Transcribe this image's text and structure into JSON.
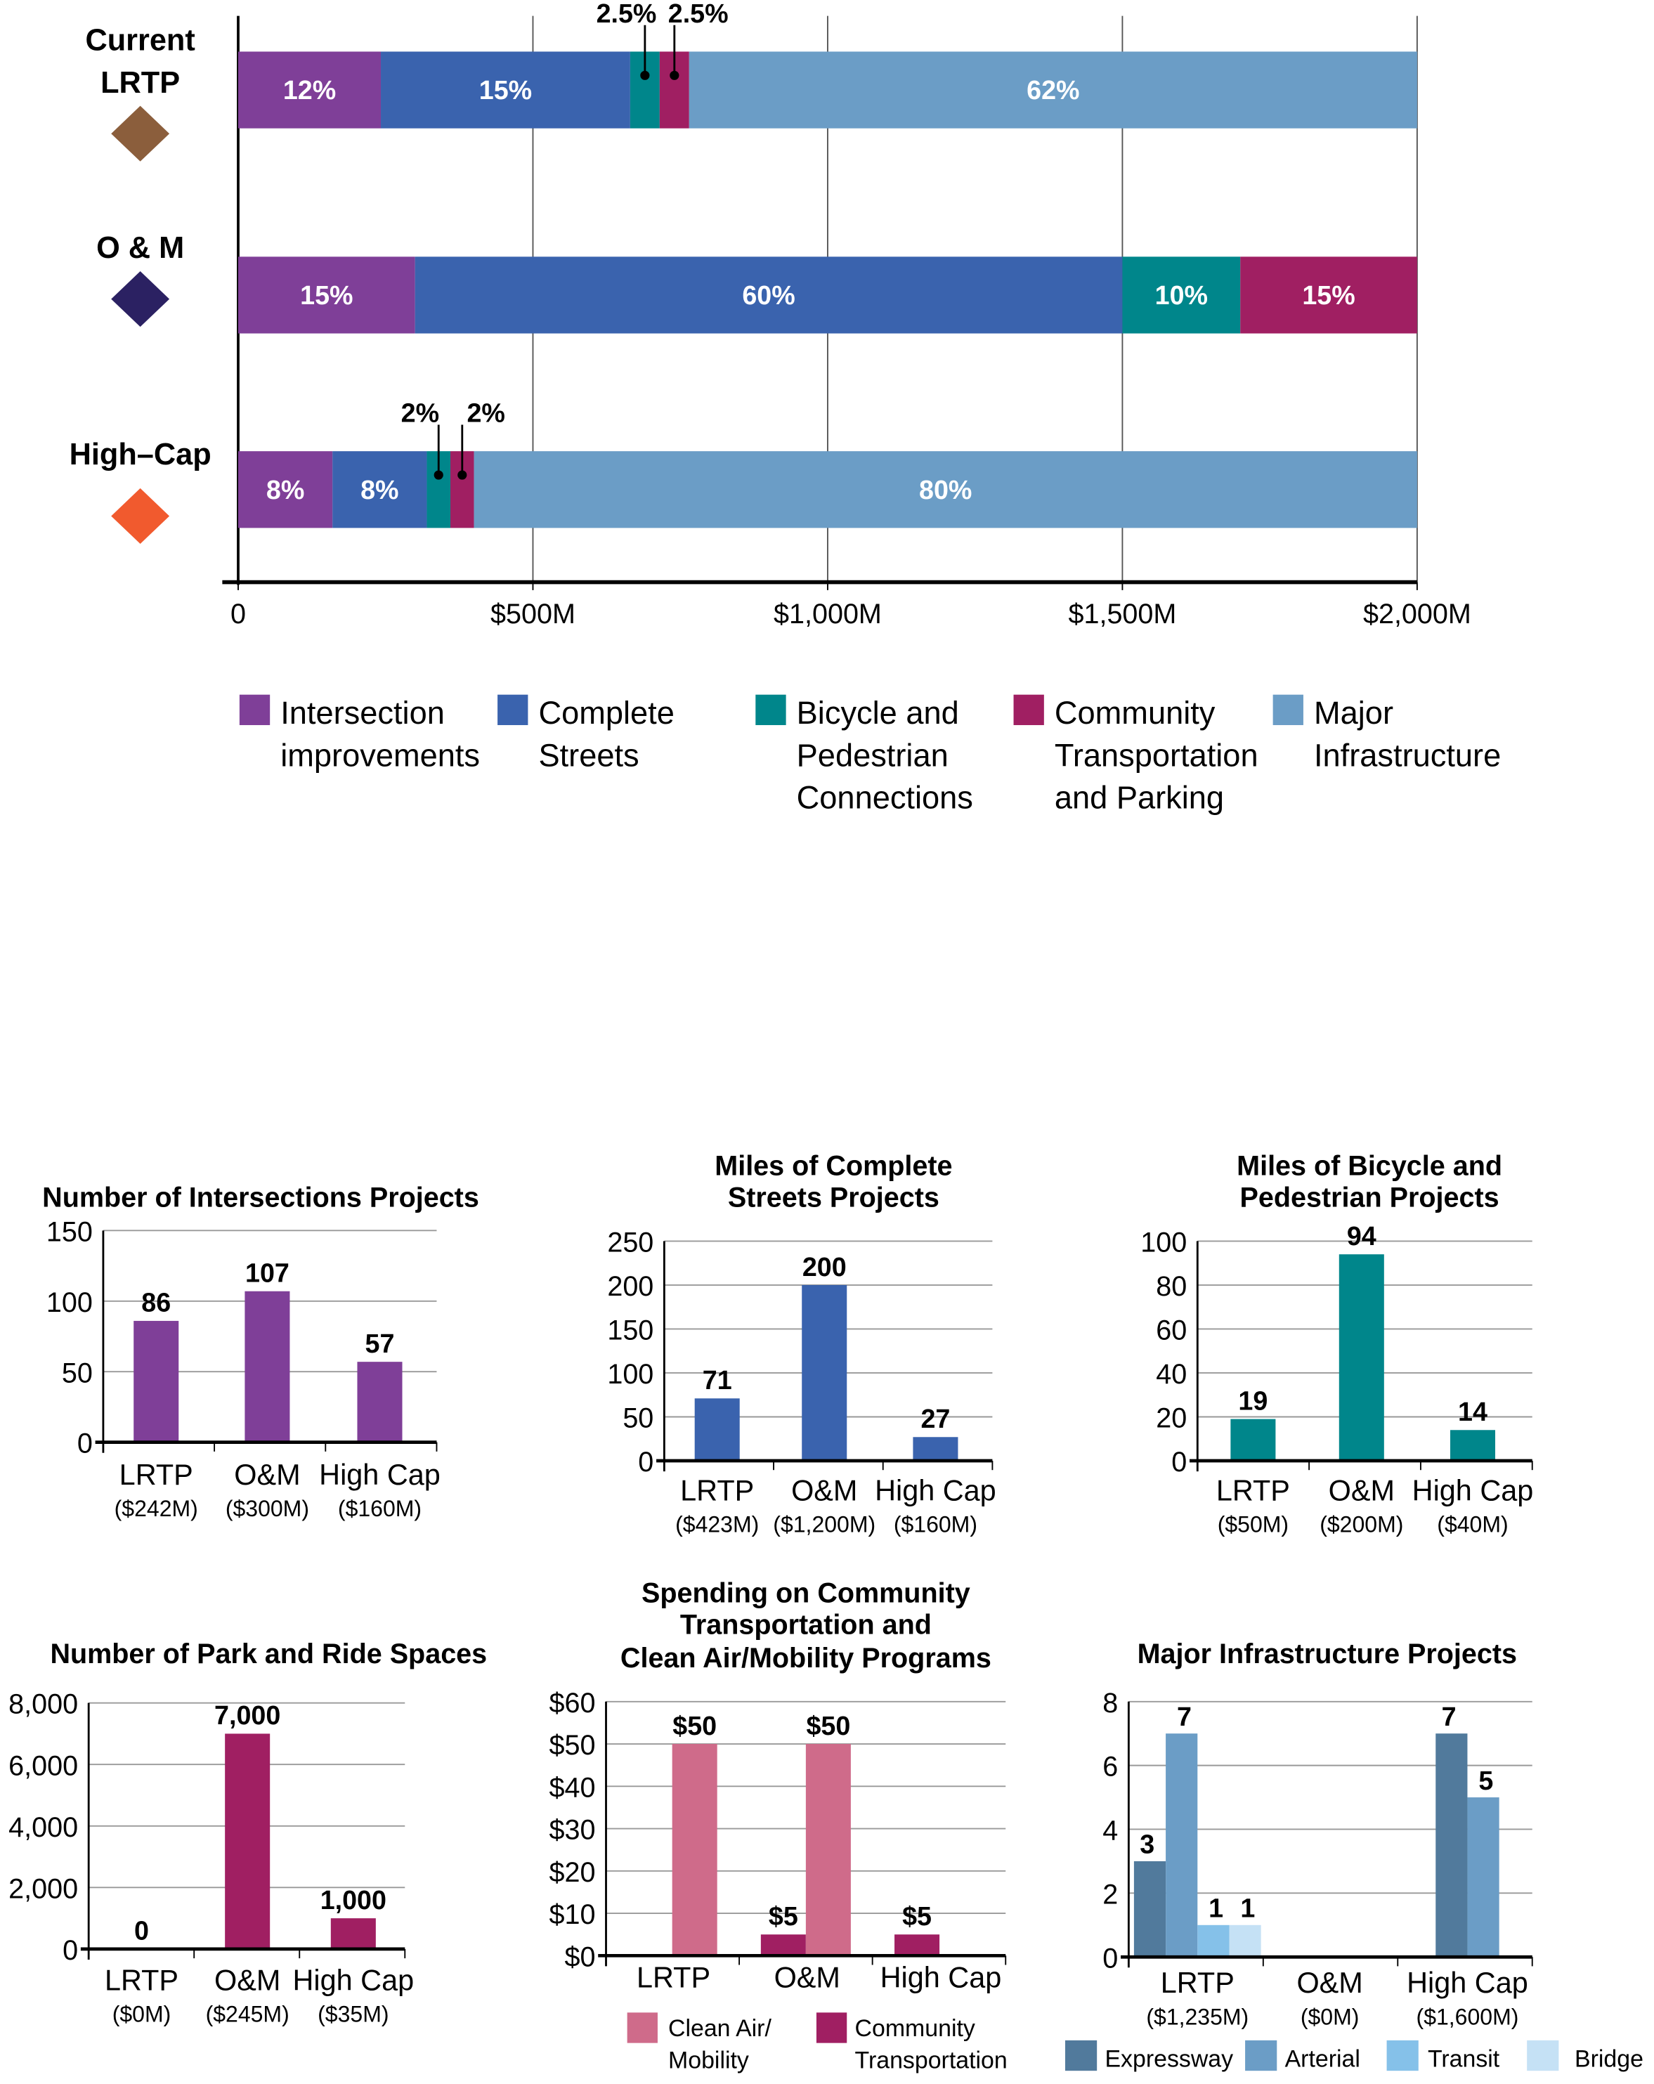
{
  "main_chart": {
    "type": "bar",
    "orientation": "horizontal-stacked",
    "x_ticks": [
      "0",
      "$500M",
      "$1,000M",
      "$1,500M",
      "$2,000M"
    ],
    "xlim": [
      0,
      2000
    ],
    "rows": [
      {
        "label_lines": [
          "Current",
          "LRTP"
        ],
        "marker_color": "#8b5e3c",
        "values": [
          242,
          423,
          50,
          50,
          1235
        ],
        "labels": [
          "12%",
          "15%",
          "2.5%",
          "2.5%",
          "62%"
        ]
      },
      {
        "label_lines": [
          "O & M"
        ],
        "marker_color": "#2b2162",
        "values": [
          300,
          1200,
          200,
          300,
          0
        ],
        "labels": [
          "15%",
          "60%",
          "10%",
          "15%",
          ""
        ]
      },
      {
        "label_lines": [
          "High–Cap"
        ],
        "marker_color": "#f15a2e",
        "values": [
          160,
          160,
          40,
          40,
          1600
        ],
        "labels": [
          "8%",
          "8%",
          "2%",
          "2%",
          "80%"
        ]
      }
    ],
    "legend": [
      {
        "lines": [
          "Intersection",
          "improvements"
        ],
        "color": "#7f3f98"
      },
      {
        "lines": [
          "Complete",
          "Streets"
        ],
        "color": "#3a63ae"
      },
      {
        "lines": [
          "Bicycle and",
          "Pedestrian",
          "Connections"
        ],
        "color": "#00868b"
      },
      {
        "lines": [
          "Community",
          "Transportation",
          "and Parking"
        ],
        "color": "#a01f62"
      },
      {
        "lines": [
          "Major",
          "Infrastructure"
        ],
        "color": "#6b9dc6"
      }
    ]
  },
  "chart_data": [
    {
      "type": "bar",
      "title_lines": [
        "Number of Intersections Projects"
      ],
      "ylim": [
        0,
        150
      ],
      "y_ticks": [
        0,
        50,
        100,
        150
      ],
      "y_tick_labels": [
        "0",
        "50",
        "100",
        "150"
      ],
      "categories": [
        {
          "label": "LRTP",
          "sub": "($242M)"
        },
        {
          "label": "O&M",
          "sub": "($300M)"
        },
        {
          "label": "High Cap",
          "sub": "($160M)"
        }
      ],
      "series": [
        {
          "color": "#7f3f98",
          "values": [
            86,
            107,
            57
          ],
          "labels": [
            "86",
            "107",
            "57"
          ]
        }
      ]
    },
    {
      "type": "bar",
      "title_lines": [
        "Miles of Complete",
        "Streets Projects"
      ],
      "ylim": [
        0,
        250
      ],
      "y_ticks": [
        0,
        50,
        100,
        150,
        200,
        250
      ],
      "y_tick_labels": [
        "0",
        "50",
        "100",
        "150",
        "200",
        "250"
      ],
      "categories": [
        {
          "label": "LRTP",
          "sub": "($423M)"
        },
        {
          "label": "O&M",
          "sub": "($1,200M)"
        },
        {
          "label": "High Cap",
          "sub": "($160M)"
        }
      ],
      "series": [
        {
          "color": "#3a63ae",
          "values": [
            71,
            200,
            27
          ],
          "labels": [
            "71",
            "200",
            "27"
          ]
        }
      ]
    },
    {
      "type": "bar",
      "title_lines": [
        "Miles of Bicycle and",
        "Pedestrian Projects"
      ],
      "ylim": [
        0,
        100
      ],
      "y_ticks": [
        0,
        20,
        40,
        60,
        80,
        100
      ],
      "y_tick_labels": [
        "0",
        "20",
        "40",
        "60",
        "80",
        "100"
      ],
      "categories": [
        {
          "label": "LRTP",
          "sub": "($50M)"
        },
        {
          "label": "O&M",
          "sub": "($200M)"
        },
        {
          "label": "High Cap",
          "sub": "($40M)"
        }
      ],
      "series": [
        {
          "color": "#00868b",
          "values": [
            19,
            94,
            14
          ],
          "labels": [
            "19",
            "94",
            "14"
          ]
        }
      ]
    },
    {
      "type": "bar",
      "title_lines": [
        "Number of Park and Ride Spaces"
      ],
      "ylim": [
        0,
        8000
      ],
      "y_ticks": [
        0,
        2000,
        4000,
        6000,
        8000
      ],
      "y_tick_labels": [
        "0",
        "2,000",
        "4,000",
        "6,000",
        "8,000"
      ],
      "categories": [
        {
          "label": "LRTP",
          "sub": "($0M)"
        },
        {
          "label": "O&M",
          "sub": "($245M)"
        },
        {
          "label": "High Cap",
          "sub": "($35M)"
        }
      ],
      "series": [
        {
          "color": "#a01f62",
          "values": [
            0,
            7000,
            1000
          ],
          "labels": [
            "0",
            "7,000",
            "1,000"
          ]
        }
      ]
    },
    {
      "type": "bar",
      "title_lines": [
        "Spending on Community",
        "Transportation and",
        "Clean Air/Mobility Programs"
      ],
      "ylim": [
        0,
        60
      ],
      "y_ticks": [
        0,
        10,
        20,
        30,
        40,
        50,
        60
      ],
      "y_tick_labels": [
        "$0",
        "$10",
        "$20",
        "$30",
        "$40",
        "$50",
        "$60"
      ],
      "categories": [
        {
          "label": "LRTP",
          "sub": ""
        },
        {
          "label": "O&M",
          "sub": ""
        },
        {
          "label": "High Cap",
          "sub": ""
        }
      ],
      "series": [
        {
          "name_lines": [
            "Community",
            "Transportation"
          ],
          "color": "#a01f62",
          "values": [
            0,
            5,
            5
          ],
          "labels": [
            "",
            "$5",
            "$5"
          ]
        },
        {
          "name_lines": [
            "Clean Air/",
            "Mobility"
          ],
          "color": "#cf6b8a",
          "values": [
            50,
            50,
            0
          ],
          "labels": [
            "$50",
            "$50",
            ""
          ]
        }
      ]
    },
    {
      "type": "bar",
      "title_lines": [
        "Major Infrastructure Projects"
      ],
      "ylim": [
        0,
        8
      ],
      "y_ticks": [
        0,
        2,
        4,
        6,
        8
      ],
      "y_tick_labels": [
        "0",
        "2",
        "4",
        "6",
        "8"
      ],
      "categories": [
        {
          "label": "LRTP",
          "sub": "($1,235M)"
        },
        {
          "label": "O&M",
          "sub": "($0M)"
        },
        {
          "label": "High Cap",
          "sub": "($1,600M)"
        }
      ],
      "series": [
        {
          "name_lines": [
            "Expressway"
          ],
          "color": "#517a9c",
          "values": [
            3,
            0,
            7
          ],
          "labels": [
            "3",
            "",
            "7"
          ]
        },
        {
          "name_lines": [
            "Arterial"
          ],
          "color": "#6b9dc6",
          "values": [
            7,
            0,
            5
          ],
          "labels": [
            "7",
            "",
            "5"
          ]
        },
        {
          "name_lines": [
            "Transit"
          ],
          "color": "#85c1e9",
          "values": [
            1,
            0,
            0
          ],
          "labels": [
            "1",
            "",
            ""
          ]
        },
        {
          "name_lines": [
            "Bridge"
          ],
          "color": "#c5e1f5",
          "values": [
            1,
            0,
            0
          ],
          "labels": [
            "1",
            "",
            ""
          ]
        }
      ]
    }
  ]
}
